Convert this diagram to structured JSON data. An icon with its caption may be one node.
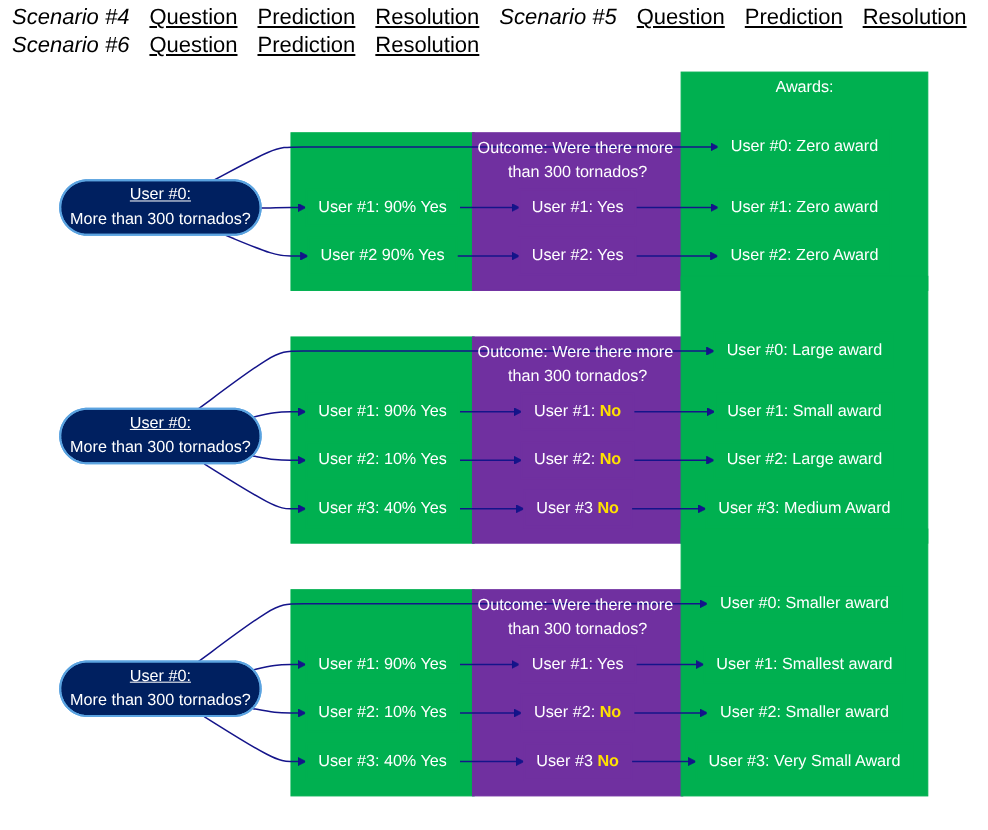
{
  "diagram": {
    "nodes": [
      {
        "text": [
          "User #0:",
          "More than 300 tornados?"
        ]
      },
      {
        "text": [],
        "shape": "box"
      },
      {
        "text": [
          "User #1: 90% Yes"
        ],
        "in": 1
      },
      {
        "text": [
          "User #2 90% Yes"
        ],
        "in": 1
      },
      {
        "text": [
          "Outcome: Were there more than 300 tornados?"
        ]
      },
      {
        "text": [
          "User #1: Yes"
        ],
        "in": 4
      },
      {
        "text": [
          "User #2: Yes"
        ],
        "in": 4
      },
      {
        "text": [
          "Awards:"
        ]
      },
      {
        "text": [
          "User #0: Zero award"
        ],
        "in": 7
      },
      {
        "text": [
          "User #1: Zero award"
        ],
        "in": 7
      },
      {
        "text": [
          "User #2: Zero Award"
        ],
        "in": 7
      },
      {
        "text": [
          "User #0:",
          "More than 300 tornados?"
        ]
      },
      {
        "text": [],
        "shape": "box"
      },
      {
        "text": [
          "User #1: 90% Yes"
        ],
        "in": 12
      },
      {
        "text": [
          "User #2: 10% Yes"
        ],
        "in": 12
      },
      {
        "text": [
          "User #3: 40% Yes"
        ],
        "in": 12
      },
      {
        "text": [
          "Outcome: Were there more than 300 tornados?"
        ]
      },
      {
        "text": [
          "User #1: **No**"
        ],
        "in": 16
      },
      {
        "text": [
          "User #2: **No**"
        ],
        "in": 16
      },
      {
        "text": [
          "User #3 **No**"
        ],
        "in": 16
      },
      {
        "text": [],
        "shape": "box"
      },
      {
        "text": [
          "User #0: Large award"
        ],
        "in": 20
      },
      {
        "text": [
          "User #1: Small award"
        ],
        "in": 20
      },
      {
        "text": [
          "User #2: Large award"
        ],
        "in": 20
      },
      {
        "text": [
          "User #3: Medium Award"
        ],
        "in": 20
      },
      {
        "text": [
          "User #0:",
          "More than 300 tornados?"
        ]
      },
      {
        "text": [],
        "shape": "box"
      },
      {
        "text": [
          "User #1: 90% Yes"
        ],
        "in": 26
      },
      {
        "text": [
          "User #2: 10% Yes"
        ],
        "in": 26
      },
      {
        "text": [
          "User #3: 40% Yes"
        ],
        "in": 26
      },
      {
        "text": [
          "Outcome: Were there more than 300 tornados?"
        ]
      },
      {
        "text": [
          "User #1: Yes"
        ],
        "in": 30
      },
      {
        "text": [
          "User #2: **No**"
        ],
        "in": 30
      },
      {
        "text": [
          "User #3 **No**"
        ],
        "in": 30
      },
      {
        "text": [],
        "shape": "box"
      },
      {
        "text": [
          "User #0: Smaller award"
        ],
        "in": 34
      },
      {
        "text": [
          "User #1: Smallest award"
        ],
        "in": 34
      },
      {
        "text": [
          "User #2: Smaller award"
        ],
        "in": 34
      },
      {
        "text": [
          "User #3: Very Small Award"
        ],
        "in": 34
      }
    ],
    "edges": [
      {
        "from": 0,
        "to": 8,
        "arrow": "to"
      },
      {
        "from": 0,
        "to": 2,
        "arrow": "to"
      },
      {
        "from": 0,
        "to": 3,
        "arrow": "to"
      },
      {
        "from": 2,
        "to": 5,
        "arrow": "to"
      },
      {
        "from": 3,
        "to": 6,
        "arrow": "to"
      },
      {
        "from": 5,
        "to": 9,
        "arrow": "to"
      },
      {
        "from": 6,
        "to": 10,
        "arrow": "to"
      },
      {
        "from": 11,
        "to": 21,
        "arrow": "to"
      },
      {
        "from": 11,
        "to": 13,
        "arrow": "to"
      },
      {
        "from": 11,
        "to": 14,
        "arrow": "to"
      },
      {
        "from": 11,
        "to": 15,
        "arrow": "to"
      },
      {
        "from": 13,
        "to": 17,
        "arrow": "to"
      },
      {
        "from": 14,
        "to": 18,
        "arrow": "to"
      },
      {
        "from": 15,
        "to": 19,
        "arrow": "to"
      },
      {
        "from": 17,
        "to": 22,
        "arrow": "to"
      },
      {
        "from": 18,
        "to": 23,
        "arrow": "to"
      },
      {
        "from": 19,
        "to": 24,
        "arrow": "to"
      },
      {
        "from": 25,
        "to": 35,
        "arrow": "to"
      },
      {
        "from": 25,
        "to": 27,
        "arrow": "to"
      },
      {
        "from": 25,
        "to": 28,
        "arrow": "to"
      },
      {
        "from": 25,
        "to": 29,
        "arrow": "to"
      },
      {
        "from": 27,
        "to": 31,
        "arrow": "to"
      },
      {
        "from": 28,
        "to": 32,
        "arrow": "to"
      },
      {
        "from": 29,
        "to": 33,
        "arrow": "to"
      },
      {
        "from": 31,
        "to": 36,
        "arrow": "to"
      },
      {
        "from": 32,
        "to": 37,
        "arrow": "to"
      },
      {
        "from": 33,
        "to": 38,
        "arrow": "to"
      }
    ],
    "labels": [
      "Scenario #4",
      "Question",
      "Prediction",
      "Resolution",
      "Scenario #5",
      "Question",
      "Prediction",
      "Resolution",
      "Scenario #6",
      "Question",
      "Prediction",
      "Resolution"
    ]
  }
}
